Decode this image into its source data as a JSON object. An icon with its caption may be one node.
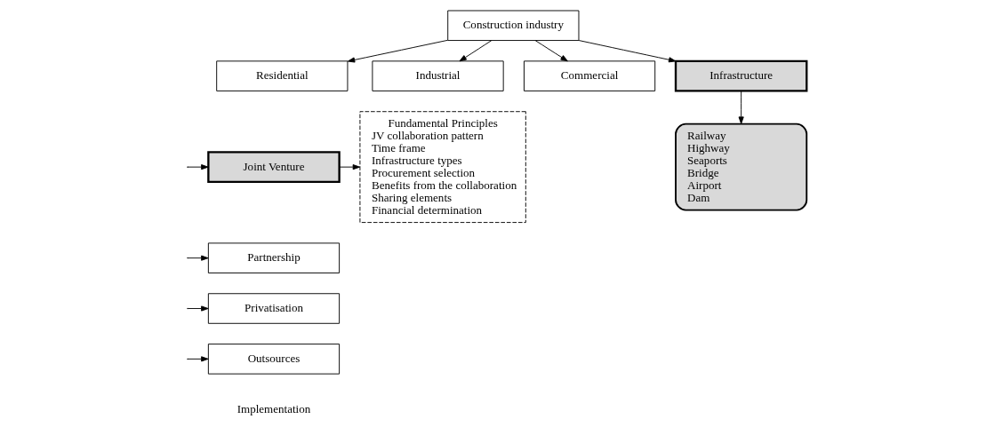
{
  "diagram": {
    "nodes": [
      {
        "text": [
          "Construction industry"
        ]
      },
      {
        "text": [
          "Industrial"
        ]
      },
      {
        "text": [
          "Residential"
        ]
      },
      {
        "text": [
          "Commercial"
        ]
      },
      {
        "text": [
          "Infrastructure"
        ]
      },
      {
        "text": [
          "Fundamental Principles",
          "JV collaboration pattern",
          "Time frame",
          "Infrastructure types",
          "Procurement selection",
          "Benefits from the collaboration",
          "Sharing elements",
          "Financial determination"
        ]
      },
      {
        "text": [
          "Joint Venture"
        ]
      },
      {
        "text": [
          "Partnership"
        ]
      },
      {
        "text": [
          "Privatisation"
        ]
      },
      {
        "text": [
          "Outsources"
        ]
      },
      {
        "text": [
          "Railway",
          "Highway",
          "Seaports",
          "Bridge",
          "Airport",
          "Dam"
        ]
      }
    ],
    "edges": [
      {
        "from": 0,
        "to": 1,
        "arrow": "to"
      },
      {
        "from": 0,
        "to": 2,
        "arrow": "to"
      },
      {
        "from": 0,
        "to": 3,
        "arrow": "to"
      },
      {
        "from": 0,
        "to": 4,
        "arrow": "to"
      },
      {
        "from": 4,
        "to": 10,
        "arrow": "to"
      },
      {
        "from": null,
        "to": 6,
        "arrow": "to"
      },
      {
        "from": null,
        "to": 7,
        "arrow": "to"
      },
      {
        "from": null,
        "to": 8,
        "arrow": "to"
      },
      {
        "from": null,
        "to": 9,
        "arrow": "to"
      },
      {
        "from": 6,
        "to": 5,
        "arrow": "to"
      }
    ],
    "labels": [
      "Implementation"
    ]
  }
}
